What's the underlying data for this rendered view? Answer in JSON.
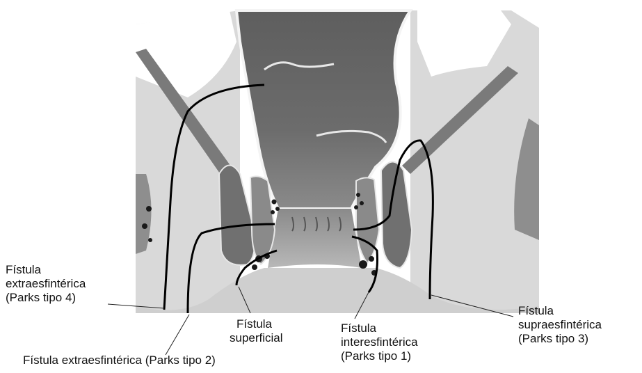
{
  "labels": {
    "extraesfinterica_4": {
      "line1": "Fístula",
      "line2": "extraesfintérica",
      "line3": "(Parks tipo 4)"
    },
    "extraesfinterica_2": {
      "line1": "Fístula extraesfintérica (Parks tipo 2)"
    },
    "superficial": {
      "line1": "Fístula",
      "line2": "superficial"
    },
    "interesfinterica": {
      "line1": "Fístula",
      "line2": "interesfintérica",
      "line3": "(Parks tipo 1)"
    },
    "supraesfinterica": {
      "line1": "Fístula",
      "line2": "supraesfintérica",
      "line3": "(Parks tipo 3)"
    }
  },
  "colors": {
    "background": "#ffffff",
    "fat_tissue": "#d9d9d9",
    "muscle": "#7d7d7d",
    "muscle_dark": "#5f5f5f",
    "rectum": "#6e6e6e",
    "fistula_tract": "#000000"
  }
}
